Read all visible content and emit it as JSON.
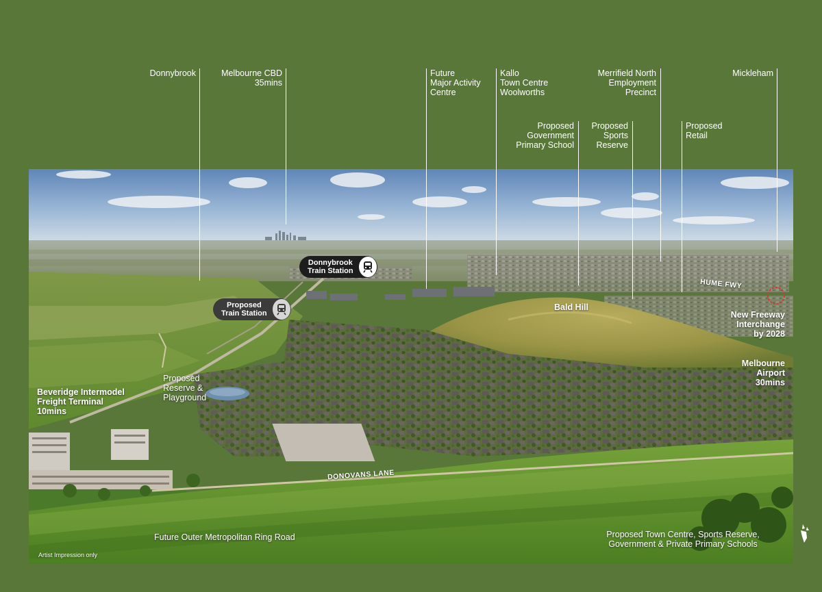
{
  "callouts_top": [
    {
      "id": "donnybrook",
      "lines": [
        "Donnybrook"
      ]
    },
    {
      "id": "melbourne-cbd",
      "lines": [
        "Melbourne CBD",
        "35mins"
      ]
    },
    {
      "id": "future-mac",
      "lines": [
        "Future",
        "Major Activity",
        "Centre"
      ]
    },
    {
      "id": "kallo",
      "lines": [
        "Kallo",
        "Town Centre",
        "Woolworths"
      ]
    },
    {
      "id": "merrifield",
      "lines": [
        "Merrifield North",
        "Employment",
        "Precinct"
      ]
    },
    {
      "id": "mickleham",
      "lines": [
        "Mickleham"
      ]
    },
    {
      "id": "gov-school",
      "lines": [
        "Proposed",
        "Government",
        "Primary School"
      ]
    },
    {
      "id": "sports-reserve",
      "lines": [
        "Proposed",
        "Sports",
        "Reserve"
      ]
    },
    {
      "id": "retail",
      "lines": [
        "Proposed",
        "Retail"
      ]
    }
  ],
  "stations": {
    "donnybrook": [
      "Donnybrook",
      "Train Station"
    ],
    "proposed": [
      "Proposed",
      "Train Station"
    ]
  },
  "on_image": {
    "bald_hill": "Bald Hill",
    "hume_fwy": "HUME FWY",
    "interchange": [
      "New Freeway",
      "Interchange",
      "by 2028"
    ],
    "airport": [
      "Melbourne",
      "Airport",
      "30mins"
    ],
    "beveridge": [
      "Beveridge Intermodel",
      "Freight Terminal",
      "10mins"
    ],
    "reserve": [
      "Proposed",
      "Reserve &",
      "Playground"
    ],
    "donovans": "DONOVANS LANE",
    "ring_road": "Future Outer Metropolitan Ring Road",
    "town_centre": [
      "Proposed Town Centre, Sports Reserve,",
      "Government & Private Primary Schools"
    ],
    "disclaimer": "Artist Impression only"
  },
  "icons": {
    "train": "train-icon",
    "brand": "leaf-brand-icon"
  },
  "colors": {
    "background": "#5a773a",
    "pill": "#1d1d1d",
    "text": "#ffffff"
  }
}
